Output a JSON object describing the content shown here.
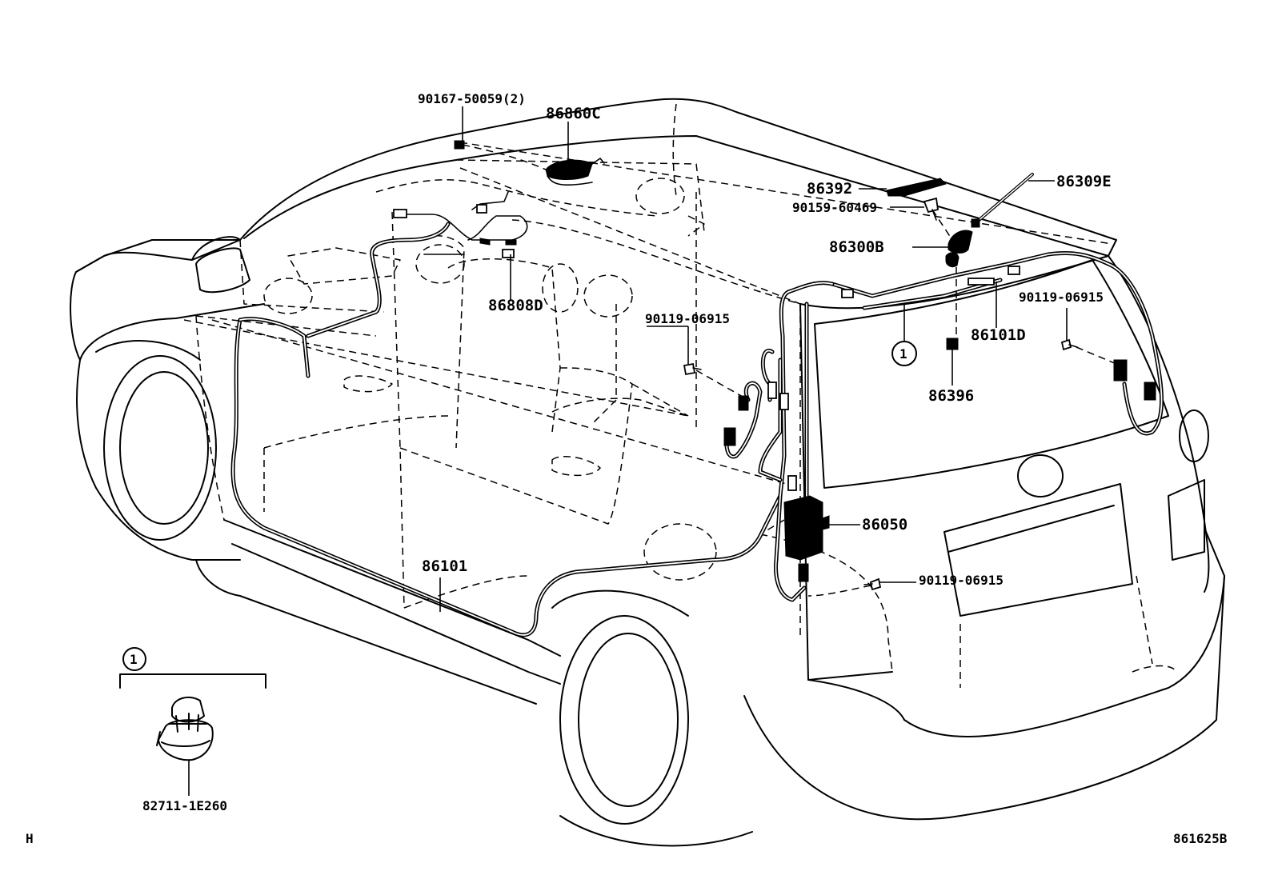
{
  "diagram": {
    "callouts": [
      {
        "id": "c1",
        "text": "90167-50059(2)"
      },
      {
        "id": "c2",
        "text": "86860C"
      },
      {
        "id": "c3",
        "text": "86392"
      },
      {
        "id": "c4",
        "text": "86309E"
      },
      {
        "id": "c5",
        "text": "90159-60469"
      },
      {
        "id": "c6",
        "text": "86300B"
      },
      {
        "id": "c7",
        "text": "86808D"
      },
      {
        "id": "c8",
        "text": "90119-06915"
      },
      {
        "id": "c9",
        "text": "90119-06915"
      },
      {
        "id": "c10",
        "text": "86101D"
      },
      {
        "id": "c11",
        "text": "86396"
      },
      {
        "id": "c12",
        "text": "86050"
      },
      {
        "id": "c13",
        "text": "86101"
      },
      {
        "id": "c14",
        "text": "90119-06915"
      },
      {
        "id": "c15",
        "text": "82711-1E260"
      }
    ],
    "detail_marker": "1",
    "inset_marker": "1",
    "corner_left": "H",
    "corner_right": "861625B"
  }
}
